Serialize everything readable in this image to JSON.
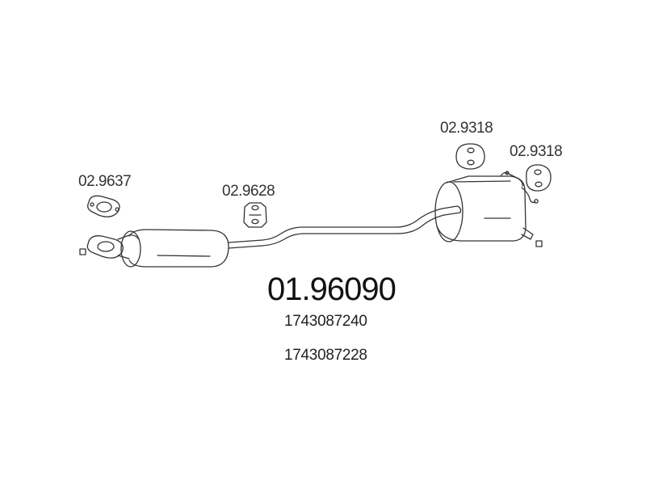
{
  "parts": {
    "flange_gasket": "02.9637",
    "hanger_front": "02.9628",
    "hanger_rear_1": "02.9318",
    "hanger_rear_2": "02.9318"
  },
  "assembly": {
    "part_number": "01.96090",
    "oem_numbers": [
      "1743087240",
      "1743087228"
    ]
  },
  "colors": {
    "line": "#333333",
    "text": "#222222"
  }
}
